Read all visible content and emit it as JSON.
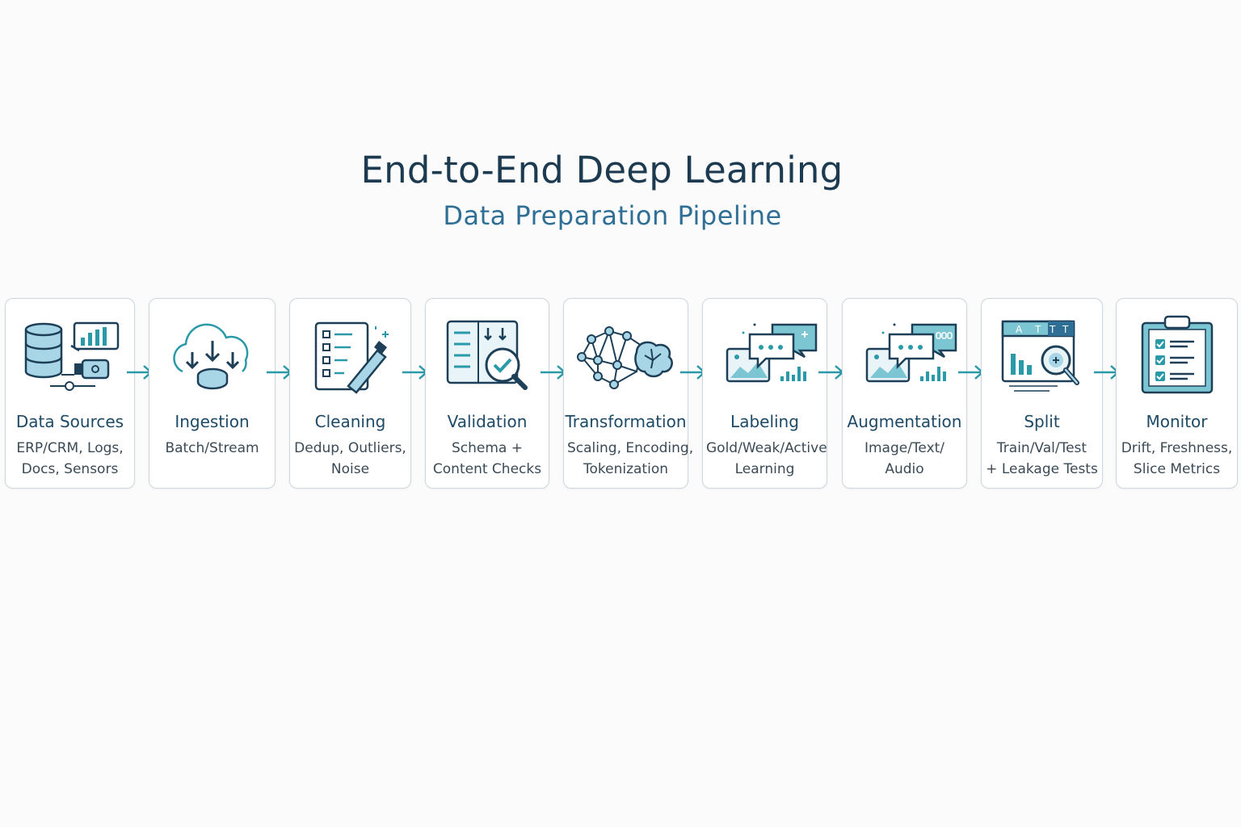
{
  "title": "End-to-End Deep Learning",
  "subtitle": "Data Preparation Pipeline",
  "colors": {
    "title": "#1c3a50",
    "subtitle": "#2f6f96",
    "accent_teal": "#2a9aa8",
    "icon_fill": "#a9d6e6",
    "card_border": "#cfd6dc"
  },
  "stages": [
    {
      "id": "data-sources",
      "title": "Data Sources",
      "desc": [
        "ERP/CRM, Logs,",
        "Docs, Sensors"
      ],
      "icon": "database-icon"
    },
    {
      "id": "ingestion",
      "title": "Ingestion",
      "desc": [
        "Batch/Stream"
      ],
      "icon": "cloud-download-icon"
    },
    {
      "id": "cleaning",
      "title": "Cleaning",
      "desc": [
        "Dedup, Outliers,",
        "Noise"
      ],
      "icon": "checklist-brush-icon"
    },
    {
      "id": "validation",
      "title": "Validation",
      "desc": [
        "Schema +",
        "Content Checks"
      ],
      "icon": "document-magnifier-check-icon"
    },
    {
      "id": "transformation",
      "title": "Transformation",
      "desc": [
        "Scaling, Encoding,",
        "Tokenization"
      ],
      "icon": "neural-network-brain-icon"
    },
    {
      "id": "labeling",
      "title": "Labeling",
      "desc": [
        "Gold/Weak/Active",
        "Learning"
      ],
      "icon": "chat-image-label-icon"
    },
    {
      "id": "augmentation",
      "title": "Augmentation",
      "desc": [
        "Image/Text/",
        "Audio"
      ],
      "icon": "chat-image-audio-icon"
    },
    {
      "id": "split",
      "title": "Split",
      "desc": [
        "Train/Val/Test",
        "+ Leakage Tests"
      ],
      "icon": "chart-magnifier-icon"
    },
    {
      "id": "monitor",
      "title": "Monitor",
      "desc": [
        "Drift, Freshness,",
        "Slice Metrics"
      ],
      "icon": "clipboard-checklist-icon"
    }
  ]
}
